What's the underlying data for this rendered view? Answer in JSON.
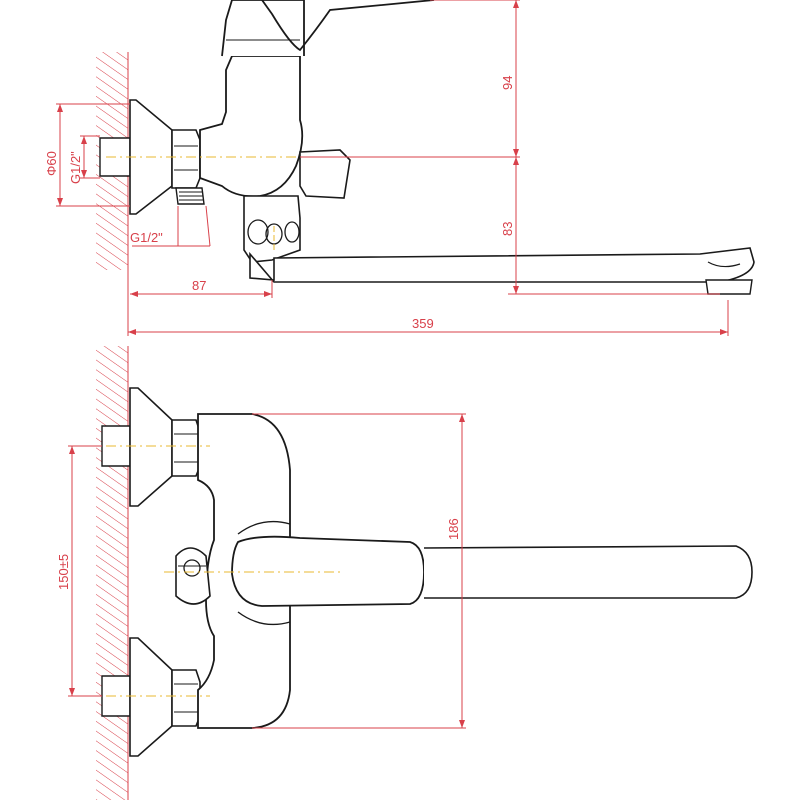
{
  "colors": {
    "outline": "#1a1a1a",
    "dimension": "#d8404a",
    "centerline": "#e8b830",
    "hatch": "#d8404a",
    "background": "#ffffff"
  },
  "side_view": {
    "dimensions": {
      "height_upper": "94",
      "height_lower": "83",
      "wall_to_body": "87",
      "total_reach": "359",
      "flange_diameter": "Φ60",
      "inlet_thread": "G1/2\"",
      "outlet_thread": "G1/2\""
    }
  },
  "top_view": {
    "dimensions": {
      "body_height": "186",
      "inlet_spacing": "150±5"
    }
  }
}
